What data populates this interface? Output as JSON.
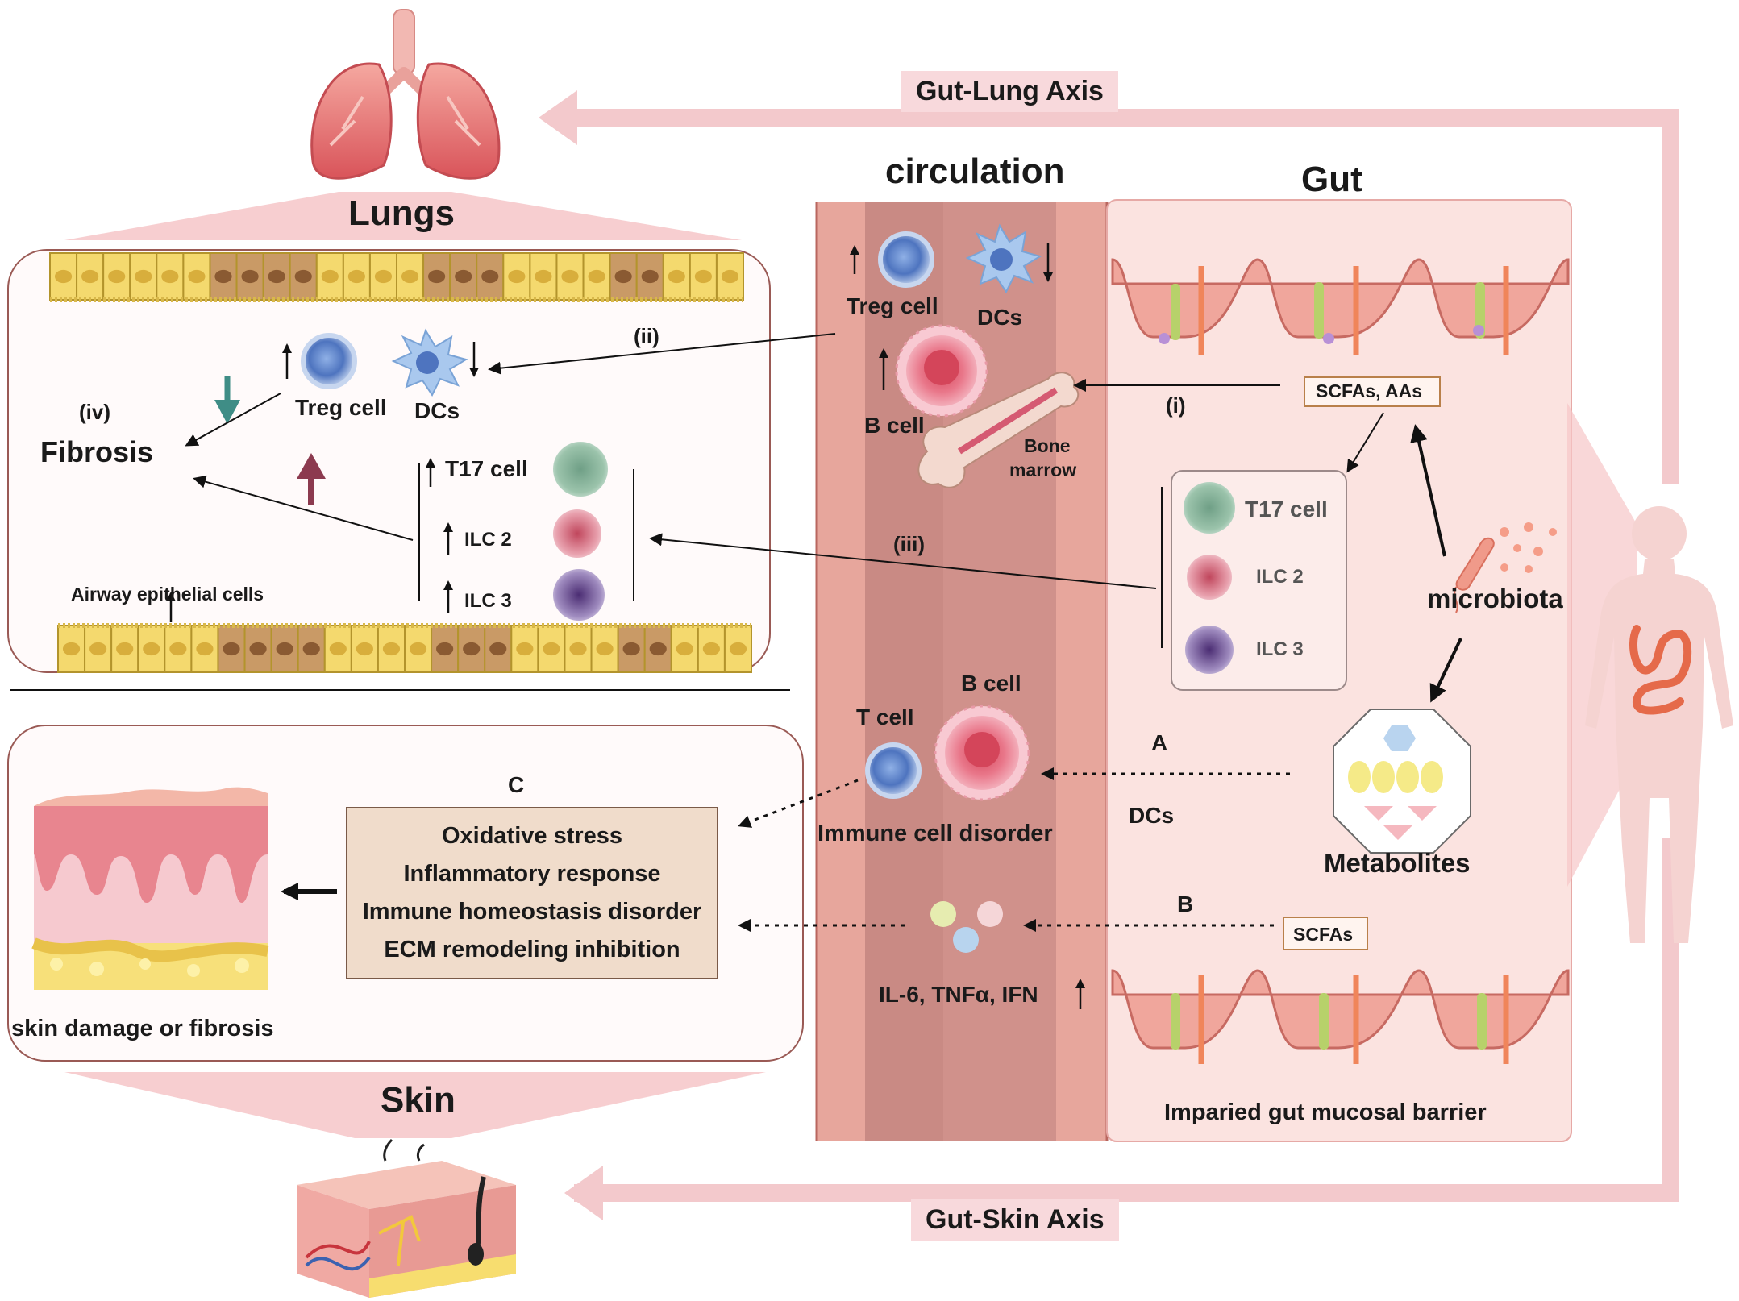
{
  "axes": {
    "gut_lung": "Gut-Lung Axis",
    "gut_skin": "Gut-Skin Axis"
  },
  "headings": {
    "lungs": "Lungs",
    "circulation": "circulation",
    "gut": "Gut",
    "skin": "Skin"
  },
  "lungs_panel": {
    "treg": "Treg cell",
    "dcs": "DCs",
    "fibrosis": "Fibrosis",
    "iv": "(iv)",
    "t17": "T17 cell",
    "ilc2": "ILC 2",
    "ilc3": "ILC 3",
    "airway": "Airway epithelial cells"
  },
  "pathway_labels": {
    "i": "(i)",
    "ii": "(ii)",
    "iii": "(iii)",
    "a": "A",
    "b": "B",
    "c": "C"
  },
  "circulation": {
    "treg": "Treg cell",
    "dcs": "DCs",
    "bcell_top": "B cell",
    "bone_marrow_1": "Bone",
    "bone_marrow_2": "marrow",
    "tcell": "T cell",
    "bcell_bottom": "B cell",
    "immune_disorder": "Immune cell disorder",
    "dcs_lower": "DCs",
    "cytokines": "IL-6,  TNFα, IFN"
  },
  "gut_panel": {
    "scfas_aas": "SCFAs, AAs",
    "t17": "T17 cell",
    "ilc2": "ILC 2",
    "ilc3": "ILC 3",
    "microbiota": "microbiota",
    "metabolites": "Metabolites",
    "scfas": "SCFAs",
    "barrier": "Imparied gut mucosal barrier"
  },
  "skin_panel": {
    "effects": [
      "Oxidative stress",
      "Inflammatory response",
      "Immune homeostasis disorder",
      "ECM remodeling inhibition"
    ],
    "outcome": "skin damage or fibrosis"
  },
  "colors": {
    "axis_arrow": "#f3c9cc",
    "vessel_outer": "#e49a90",
    "vessel_inner": "#c98a84",
    "gut_bg": "#fbe3e0",
    "effects_box": "#f0dccb",
    "treg": "#5b82c8",
    "dc": "#8fb7e3",
    "bcell": "#e8707f",
    "t17": "#6f9f86",
    "ilc2": "#c95b6e",
    "ilc3": "#6a4a8a"
  }
}
